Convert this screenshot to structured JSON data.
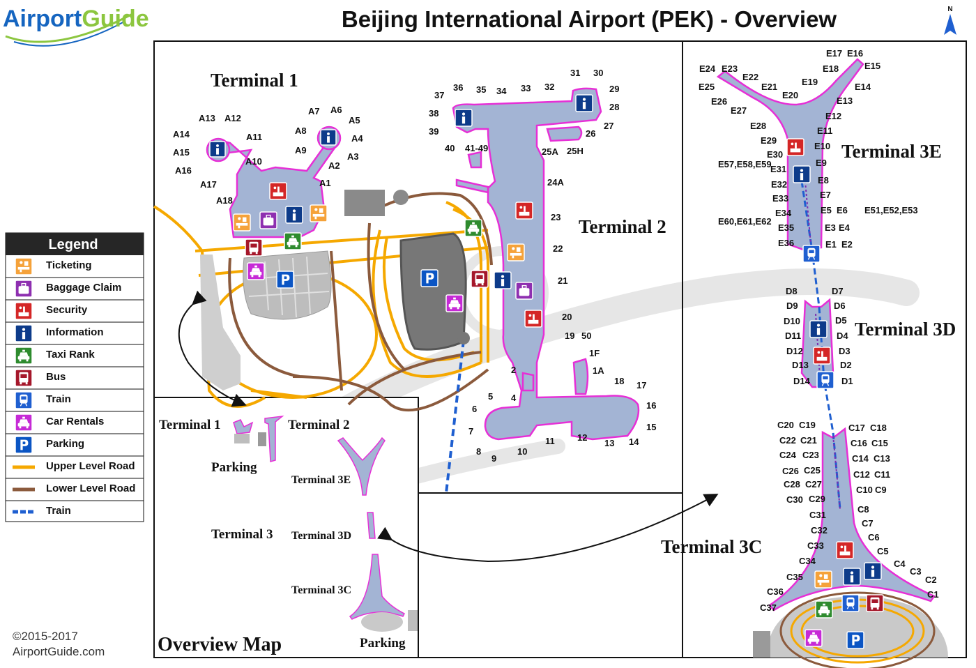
{
  "title": "Beijing International Airport (PEK) - Overview",
  "logo": {
    "part1": "Airport",
    "part2": "Guide"
  },
  "north_label": "N",
  "copyright": {
    "line1": "©2015-2017",
    "line2": "AirportGuide.com"
  },
  "colors": {
    "terminal_fill": "#a3b4d4",
    "terminal_outline": "#e62fd6",
    "upper_road": "#f5a800",
    "lower_road": "#8b5a3c",
    "train": "#1f5fd0",
    "ticketing": "#f5a23a",
    "baggage": "#8e2fb0",
    "security": "#d42626",
    "information": "#0d3b8a",
    "taxi": "#2e8b2e",
    "bus": "#a5172a",
    "train_icon": "#1f5fd0",
    "car_rentals": "#c62ad6",
    "parking": "#0b55c4"
  },
  "legend": {
    "title": "Legend",
    "items": [
      {
        "label": "Ticketing",
        "icon": "ticketing-icon"
      },
      {
        "label": "Baggage Claim",
        "icon": "baggage-claim-icon"
      },
      {
        "label": "Security",
        "icon": "security-icon"
      },
      {
        "label": "Information",
        "icon": "information-icon"
      },
      {
        "label": "Taxi Rank",
        "icon": "taxi-icon"
      },
      {
        "label": "Bus",
        "icon": "bus-icon"
      },
      {
        "label": "Train",
        "icon": "train-icon"
      },
      {
        "label": "Car Rentals",
        "icon": "car-rental-icon"
      },
      {
        "label": "Parking",
        "icon": "parking-icon"
      },
      {
        "label": "Upper Level Road",
        "icon": "upper-road-line"
      },
      {
        "label": "Lower Level  Road",
        "icon": "lower-road-line"
      },
      {
        "label": "Train",
        "icon": "train-line"
      }
    ]
  },
  "terminals": {
    "t1": "Terminal 1",
    "t2": "Terminal 2",
    "t3e": "Terminal 3E",
    "t3d": "Terminal 3D",
    "t3c": "Terminal 3C"
  },
  "overview": {
    "title": "Overview Map",
    "t1": "Terminal 1",
    "t2": "Terminal 2",
    "parking1": "Parking",
    "t3e": "Terminal 3E",
    "t3": "Terminal 3",
    "t3d": "Terminal 3D",
    "t3c": "Terminal 3C",
    "parking2": "Parking"
  },
  "gates": {
    "t1": [
      "A13",
      "A12",
      "A7",
      "A6",
      "A5",
      "A14",
      "A11",
      "A8",
      "A4",
      "A15",
      "A9",
      "A3",
      "A10",
      "A2",
      "A16",
      "A17",
      "A1",
      "A18"
    ],
    "t2": [
      "31",
      "30",
      "37",
      "36",
      "35",
      "34",
      "33",
      "32",
      "29",
      "38",
      "28",
      "39",
      "27",
      "26",
      "40",
      "41-49",
      "25A",
      "25H",
      "24A",
      "23",
      "22",
      "21",
      "20",
      "19",
      "50",
      "1F",
      "1A",
      "2",
      "18",
      "17",
      "5",
      "4",
      "6",
      "16",
      "7",
      "15",
      "12",
      "11",
      "13",
      "14",
      "8",
      "10",
      "9"
    ],
    "t3e": [
      "E17",
      "E16",
      "E24",
      "E23",
      "E18",
      "E15",
      "E22",
      "E25",
      "E21",
      "E19",
      "E14",
      "E20",
      "E26",
      "E13",
      "E27",
      "E12",
      "E28",
      "E11",
      "E29",
      "E10",
      "E30",
      "E57,E58,E59",
      "E31",
      "E9",
      "E8",
      "E32",
      "E7",
      "E33",
      "E5",
      "E6",
      "E51,E52,E53",
      "E34",
      "E60,E61,E62",
      "E35",
      "E3",
      "E4",
      "E36",
      "E1",
      "E2"
    ],
    "t3d": [
      "D8",
      "D7",
      "D9",
      "D6",
      "D10",
      "D5",
      "D11",
      "D4",
      "D12",
      "D3",
      "D13",
      "D2",
      "D14",
      "D1"
    ],
    "t3c": [
      "C20",
      "C19",
      "C17",
      "C18",
      "C22",
      "C21",
      "C16",
      "C15",
      "C24",
      "C23",
      "C14",
      "C13",
      "C26",
      "C25",
      "C12",
      "C11",
      "C28",
      "C27",
      "C10",
      "C9",
      "C30",
      "C29",
      "C8",
      "C31",
      "C7",
      "C32",
      "C6",
      "C33",
      "C5",
      "C34",
      "C4",
      "C3",
      "C35",
      "C2",
      "C36",
      "C1",
      "C37"
    ]
  }
}
